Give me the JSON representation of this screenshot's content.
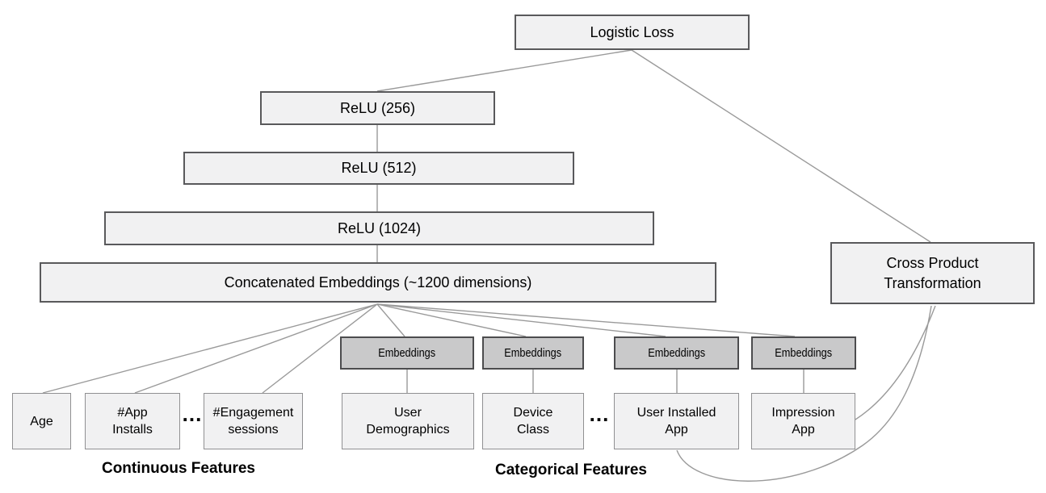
{
  "nodes": {
    "logistic_loss": "Logistic Loss",
    "relu_256": "ReLU (256)",
    "relu_512": "ReLU (512)",
    "relu_1024": "ReLU (1024)",
    "concatenated_embeddings": "Concatenated Embeddings (~1200 dimensions)",
    "cross_product": {
      "line1": "Cross Product",
      "line2": "Transformation"
    },
    "embeddings": "Embeddings",
    "age": "Age",
    "app_installs": {
      "line1": "#App",
      "line2": "Installs"
    },
    "engagement_sessions": {
      "line1": "#Engagement",
      "line2": "sessions"
    },
    "user_demographics": {
      "line1": "User",
      "line2": "Demographics"
    },
    "device_class": {
      "line1": "Device",
      "line2": "Class"
    },
    "user_installed_app": {
      "line1": "User Installed",
      "line2": "App"
    },
    "impression_app": {
      "line1": "Impression",
      "line2": "App"
    }
  },
  "section_labels": {
    "continuous": "Continuous Features",
    "categorical": "Categorical Features"
  },
  "ellipsis": "...",
  "edges": [
    "Logistic Loss -> ReLU (256)",
    "Logistic Loss -> Cross Product Transformation",
    "ReLU (256) -> ReLU (512)",
    "ReLU (512) -> ReLU (1024)",
    "ReLU (1024) -> Concatenated Embeddings (~1200 dimensions)",
    "Concatenated Embeddings -> Age",
    "Concatenated Embeddings -> #App Installs",
    "Concatenated Embeddings -> #Engagement sessions",
    "Concatenated Embeddings -> Embeddings (User Demographics)",
    "Concatenated Embeddings -> Embeddings (Device Class)",
    "Concatenated Embeddings -> Embeddings (User Installed App)",
    "Concatenated Embeddings -> Embeddings (Impression App)",
    "Embeddings -> User Demographics",
    "Embeddings -> Device Class",
    "Embeddings -> User Installed App",
    "Embeddings -> Impression App",
    "User Installed App -> Cross Product Transformation (curved)",
    "Impression App -> Cross Product Transformation (curved)"
  ],
  "colors": {
    "box_fill_light": "#f1f1f2",
    "box_fill_dark": "#c9c9ca",
    "box_border_dark": "#59595b",
    "box_border_light": "#909092",
    "connector_line": "#9a9a9a",
    "text": "#000000",
    "background": "#ffffff"
  }
}
